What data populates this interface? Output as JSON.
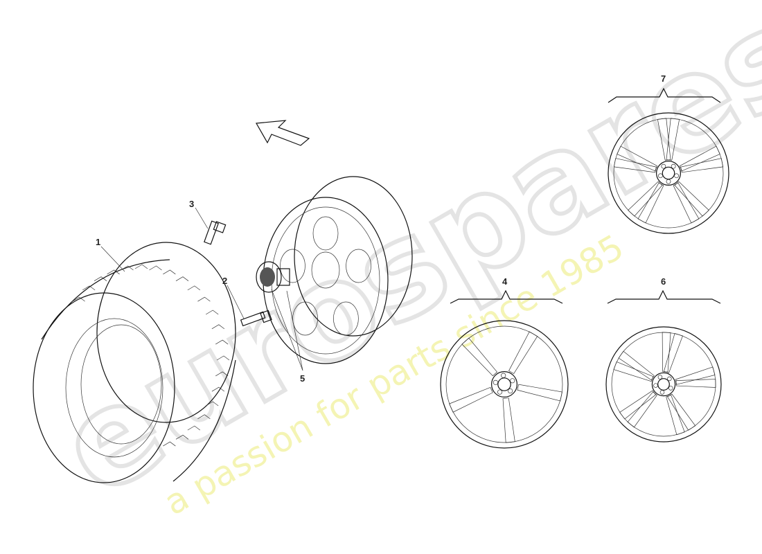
{
  "diagram": {
    "callouts": [
      {
        "id": "1",
        "text": "1"
      },
      {
        "id": "2",
        "text": "2"
      },
      {
        "id": "3",
        "text": "3"
      },
      {
        "id": "4",
        "text": "4"
      },
      {
        "id": "5",
        "text": "5"
      },
      {
        "id": "6",
        "text": "6"
      },
      {
        "id": "7",
        "text": "7"
      }
    ],
    "direction_arrow": "arrow-up-left-icon"
  },
  "watermark": {
    "brand": "eurospares",
    "tagline": "a passion for parts since 1985",
    "tagline_color": "#f3f3a8"
  }
}
